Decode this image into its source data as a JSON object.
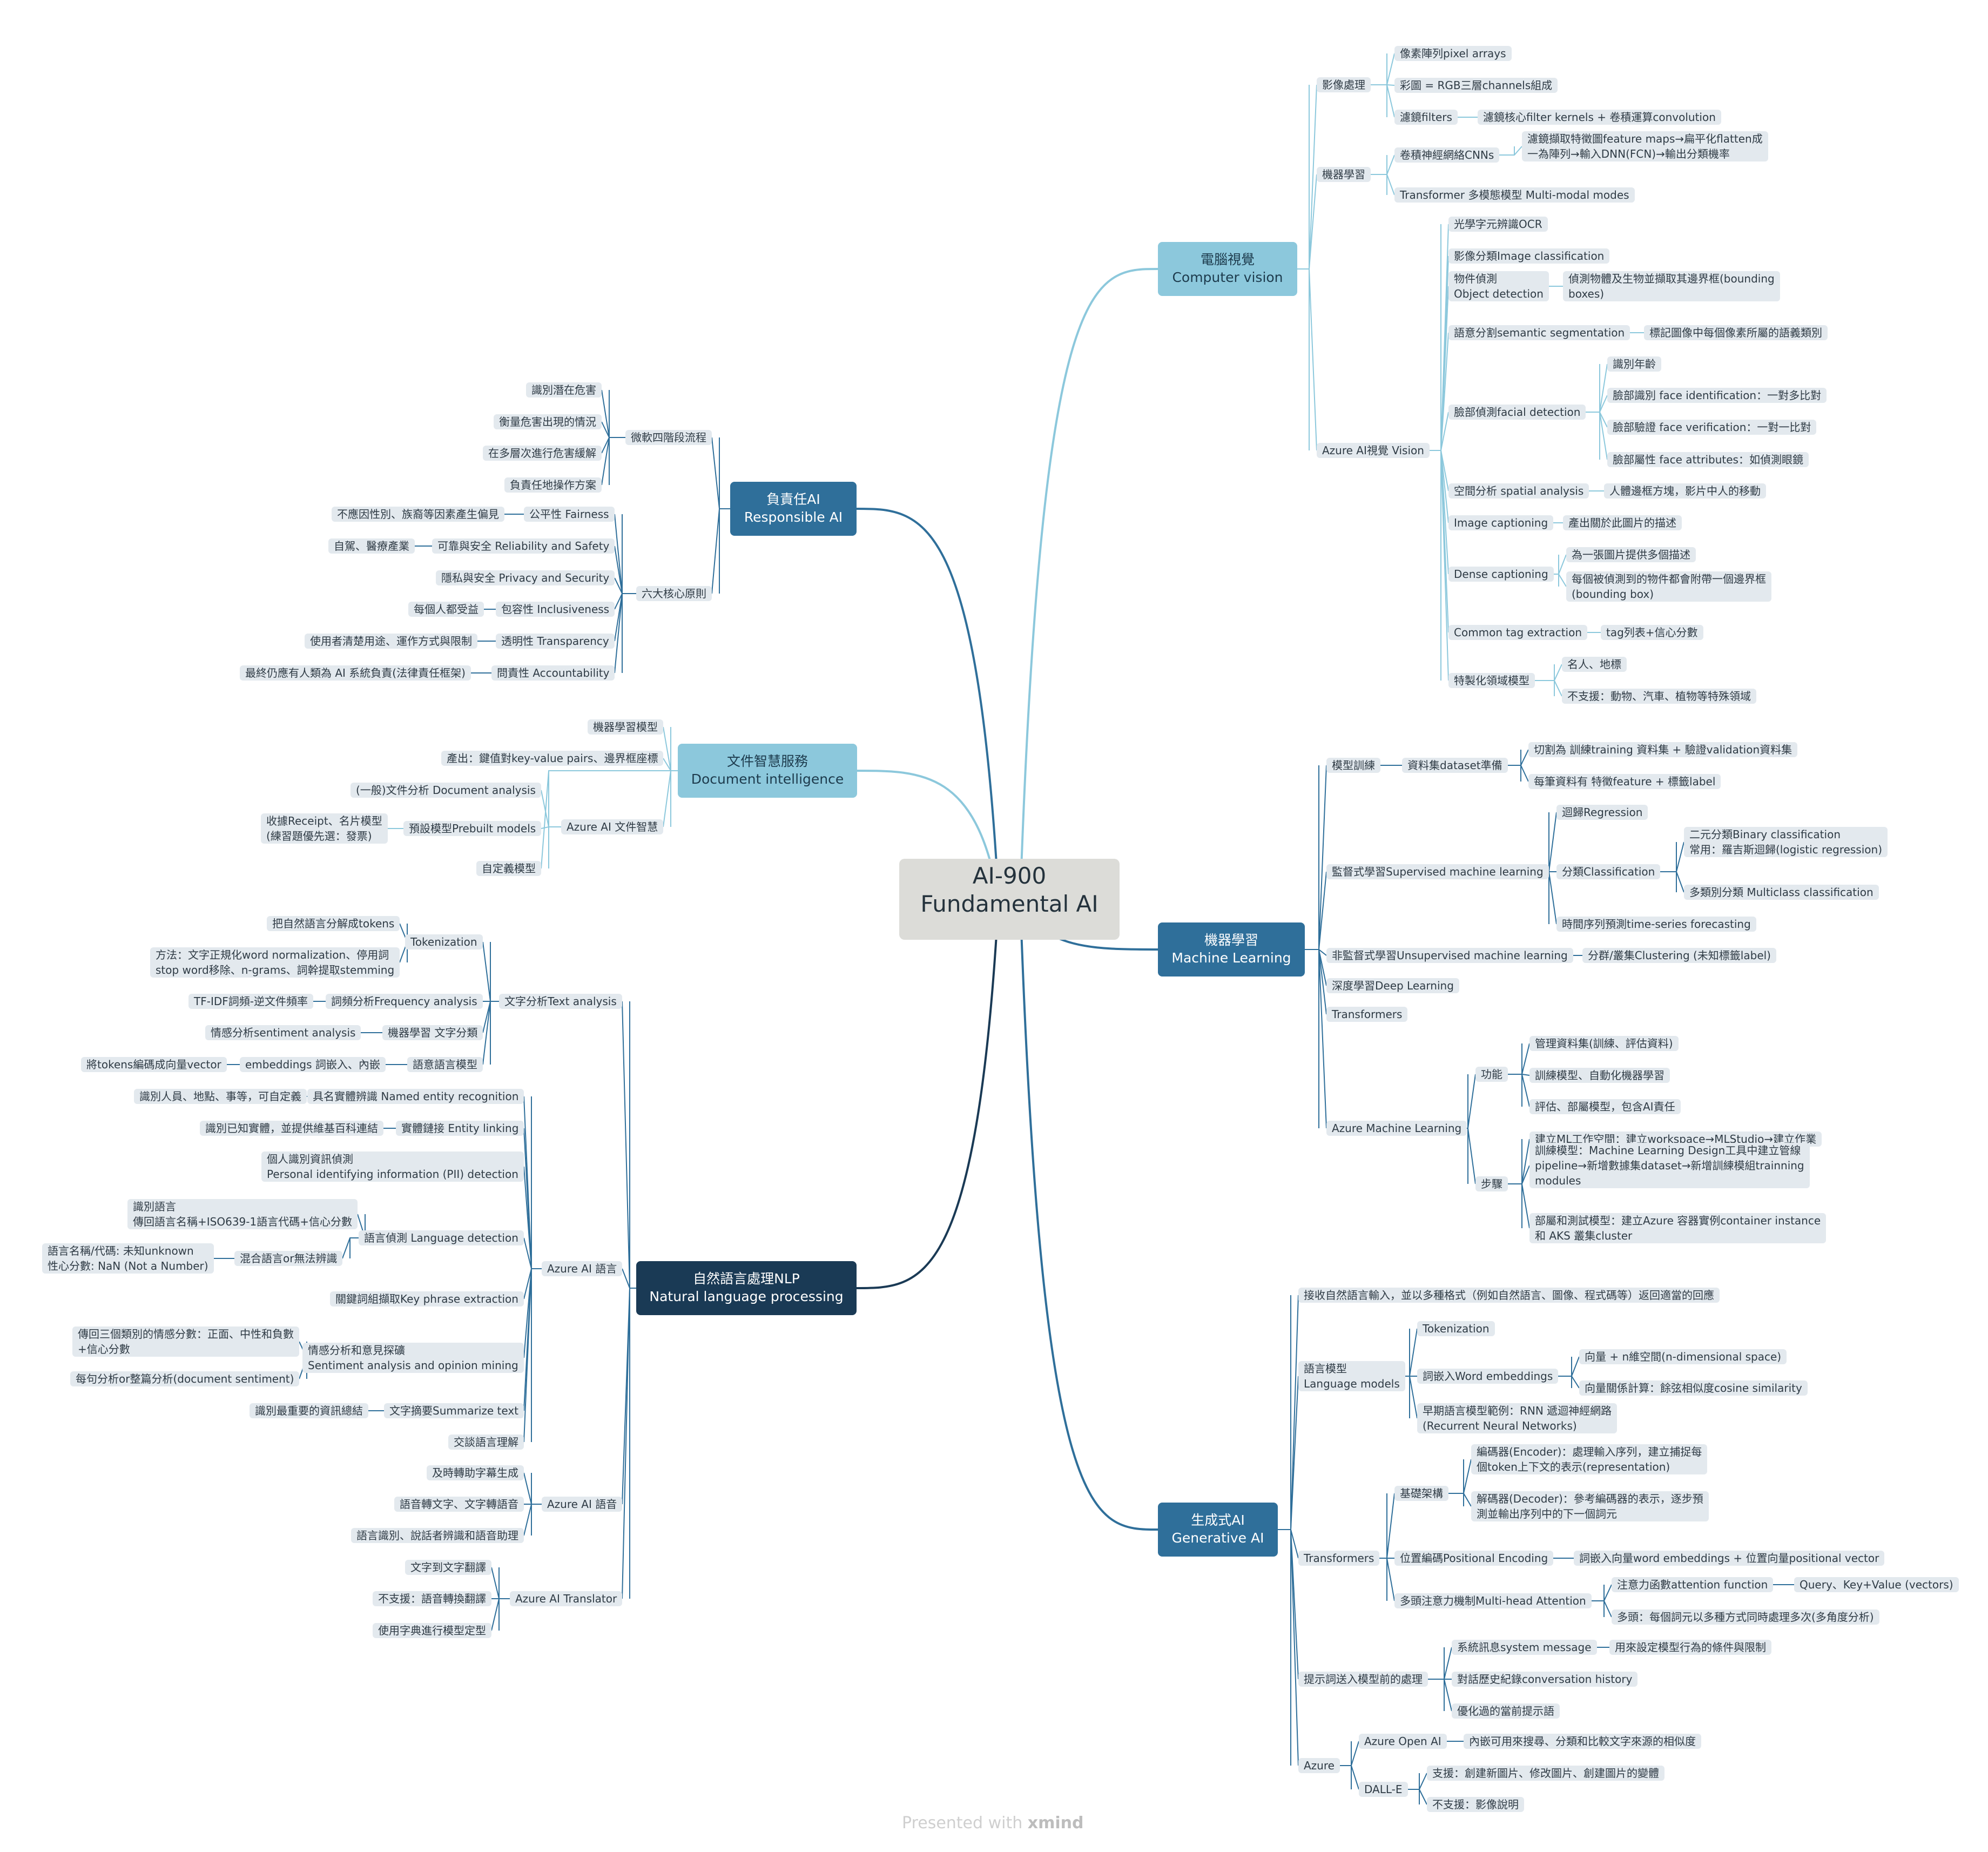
{
  "root": {
    "text": "AI-900\nFundamental AI"
  },
  "watermark": {
    "prefix": "Presented with ",
    "brand": "xmind"
  },
  "branch_colors": {
    "Computer vision": "#8cc8dc",
    "Machine Learning": "#2f6f9a",
    "Generative AI": "#2f6f9a",
    "Responsible AI": "#2f6f9a",
    "Document intelligence": "#8cc8dc",
    "NLP": "#1a3a55"
  },
  "nodes": [
    {
      "id": "cv",
      "text": "電腦視覺\nComputer vision",
      "children": [
        {
          "text": "影像處理",
          "children": [
            {
              "text": "像素陣列pixel arrays"
            },
            {
              "text": "彩圖 = RGB三層channels組成"
            },
            {
              "text": "濾鏡filters",
              "children": [
                {
                  "text": "濾鏡核心filter kernels + 卷積運算convolution"
                }
              ]
            }
          ]
        },
        {
          "text": "機器學習",
          "children": [
            {
              "text": "卷積神經網絡CNNs",
              "children": [
                {
                  "text": "濾鏡擷取特徵圖feature maps→扁平化flatten成\n一為陣列→輸入DNN(FCN)→輸出分類機率"
                }
              ]
            },
            {
              "text": "Transformer 多模態模型 Multi-modal modes"
            }
          ]
        },
        {
          "text": "Azure AI視覺 Vision",
          "children": [
            {
              "text": "光學字元辨識OCR"
            },
            {
              "text": "影像分類Image classification"
            },
            {
              "text": "物件偵測\nObject detection",
              "children": [
                {
                  "text": "偵測物體及生物並擷取其邊界框(bounding\nboxes)"
                }
              ]
            },
            {
              "text": "語意分割semantic segmentation",
              "children": [
                {
                  "text": "標記圖像中每個像素所屬的語義類別"
                }
              ]
            },
            {
              "text": "臉部偵測facial detection",
              "children": [
                {
                  "text": "識別年齡"
                },
                {
                  "text": "臉部識別 face identification：一對多比對"
                },
                {
                  "text": "臉部驗證 face verification：一對一比對"
                },
                {
                  "text": "臉部屬性 face attributes：如偵測眼鏡"
                }
              ]
            },
            {
              "text": "空間分析 spatial analysis",
              "children": [
                {
                  "text": "人體邊框方塊，影片中人的移動"
                }
              ]
            },
            {
              "text": "Image captioning",
              "children": [
                {
                  "text": "產出關於此圖片的描述"
                }
              ]
            },
            {
              "text": "Dense captioning",
              "children": [
                {
                  "text": "為一張圖片提供多個描述"
                },
                {
                  "text": "每個被偵測到的物件都會附帶一個邊界框\n(bounding box)"
                }
              ]
            },
            {
              "text": "Common tag extraction",
              "children": [
                {
                  "text": "tag列表+信心分數"
                }
              ]
            },
            {
              "text": "特製化領域模型",
              "children": [
                {
                  "text": "名人、地標"
                },
                {
                  "text": "不支援：動物、汽車、植物等特殊領域"
                }
              ]
            }
          ]
        }
      ]
    },
    {
      "id": "ml",
      "text": "機器學習\nMachine Learning",
      "children": [
        {
          "text": "模型訓練",
          "children": [
            {
              "text": "資料集dataset準備",
              "children": [
                {
                  "text": "切割為 訓練training 資料集 + 驗證validation資料集"
                },
                {
                  "text": "每筆資料有 特徵feature + 標籤label"
                }
              ]
            }
          ]
        },
        {
          "text": "監督式學習Supervised machine learning",
          "children": [
            {
              "text": "迴歸Regression"
            },
            {
              "text": "分類Classification",
              "children": [
                {
                  "text": "二元分類Binary classification\n常用：羅吉斯迴歸(logistic regression)"
                },
                {
                  "text": "多類別分類 Multiclass classification"
                }
              ]
            },
            {
              "text": "時間序列預測time-series forecasting"
            }
          ]
        },
        {
          "text": "非監督式學習Unsupervised machine learning",
          "children": [
            {
              "text": "分群/叢集Clustering (未知標籤label)"
            }
          ]
        },
        {
          "text": "深度學習Deep Learning"
        },
        {
          "text": "Transformers"
        },
        {
          "text": "Azure Machine Learning",
          "children": [
            {
              "text": "功能",
              "children": [
                {
                  "text": "管理資料集(訓練、評估資料)"
                },
                {
                  "text": "訓練模型、自動化機器學習"
                },
                {
                  "text": "評估、部屬模型，包含AI責任"
                }
              ]
            },
            {
              "text": "步驟",
              "children": [
                {
                  "text": "建立ML工作空間：建立workspace→MLStudio→建立作業"
                },
                {
                  "text": "訓練模型：Machine Learning Design工具中建立管線\npipeline→新增數據集dataset→新增訓練模組trainning\nmodules"
                },
                {
                  "text": "部屬和測試模型：建立Azure 容器實例container instance\n和 AKS 叢集cluster"
                }
              ]
            }
          ]
        }
      ]
    },
    {
      "id": "gen",
      "text": "生成式AI\nGenerative AI",
      "children": [
        {
          "text": "接收自然語言輸入，並以多種格式（例如自然語言、圖像、程式碼等）返回適當的回應"
        },
        {
          "text": "語言模型\nLanguage models",
          "children": [
            {
              "text": "Tokenization"
            },
            {
              "text": "詞嵌入Word embeddings",
              "children": [
                {
                  "text": "向量 + n維空間(n-dimensional space)"
                },
                {
                  "text": "向量關係計算：餘弦相似度cosine similarity"
                }
              ]
            },
            {
              "text": "早期語言模型範例：RNN 遞迴神經網路\n(Recurrent Neural Networks)"
            }
          ]
        },
        {
          "text": "Transformers",
          "children": [
            {
              "text": "基礎架構",
              "children": [
                {
                  "text": "編碼器(Encoder)：處理輸入序列，建立捕捉每\n個token上下文的表示(representation)"
                },
                {
                  "text": "解碼器(Decoder)：參考編碼器的表示，逐步預\n測並輸出序列中的下一個詞元"
                }
              ]
            },
            {
              "text": "位置編碼Positional Encoding",
              "children": [
                {
                  "text": "詞嵌入向量word embeddings + 位置向量positional vector"
                }
              ]
            },
            {
              "text": "多頭注意力機制Multi-head Attention",
              "children": [
                {
                  "text": "注意力函數attention function",
                  "children": [
                    {
                      "text": "Query、Key+Value (vectors)"
                    }
                  ]
                },
                {
                  "text": "多頭：每個詞元以多種方式同時處理多次(多角度分析)"
                }
              ]
            }
          ]
        },
        {
          "text": "提示詞送入模型前的處理",
          "children": [
            {
              "text": "系統訊息system message",
              "children": [
                {
                  "text": "用來設定模型行為的條件與限制"
                }
              ]
            },
            {
              "text": "對話歷史紀錄conversation history"
            },
            {
              "text": "優化過的當前提示語"
            }
          ]
        },
        {
          "text": "Azure",
          "children": [
            {
              "text": "Azure Open AI",
              "children": [
                {
                  "text": "內嵌可用來搜尋、分類和比較文字來源的相似度"
                }
              ]
            },
            {
              "text": "DALL-E",
              "children": [
                {
                  "text": "支援：創建新圖片、修改圖片、創建圖片的變體"
                },
                {
                  "text": "不支援：影像說明"
                }
              ]
            }
          ]
        }
      ]
    },
    {
      "id": "resp",
      "text": "負責任AI\nResponsible AI",
      "children": [
        {
          "text": "微軟四階段流程",
          "children": [
            {
              "text": "識別潛在危害"
            },
            {
              "text": "衡量危害出現的情況"
            },
            {
              "text": "在多層次進行危害緩解"
            },
            {
              "text": "負責任地操作方案"
            }
          ]
        },
        {
          "text": "六大核心原則",
          "children": [
            {
              "text": "公平性 Fairness",
              "children": [
                {
                  "text": "不應因性別、族裔等因素產生偏見"
                }
              ]
            },
            {
              "text": "可靠與安全 Reliability and Safety",
              "children": [
                {
                  "text": "自駕、醫療產業"
                }
              ]
            },
            {
              "text": "隱私與安全 Privacy and Security"
            },
            {
              "text": "包容性 Inclusiveness",
              "children": [
                {
                  "text": "每個人都受益"
                }
              ]
            },
            {
              "text": "透明性 Transparency",
              "children": [
                {
                  "text": "使用者清楚用途、運作方式與限制"
                }
              ]
            },
            {
              "text": "問責性 Accountability",
              "children": [
                {
                  "text": "最終仍應有人類為 AI 系統負責(法律責任框架)"
                }
              ]
            }
          ]
        }
      ]
    },
    {
      "id": "doc",
      "text": "文件智慧服務\nDocument intelligence",
      "children": [
        {
          "text": "機器學習模型"
        },
        {
          "text": "產出：鍵值對key-value pairs、邊界框座標"
        },
        {
          "text": "Azure AI 文件智慧",
          "children": [
            {
              "text": "(一般)文件分析 Document analysis"
            },
            {
              "text": "預設模型Prebuilt models",
              "children": [
                {
                  "text": "收據Receipt、名片模型\n(練習題優先選：發票)"
                }
              ]
            }
          ]
        },
        {
          "text": "自定義模型"
        }
      ]
    },
    {
      "id": "nlp",
      "text": "自然語言處理NLP\nNatural language processing",
      "children": [
        {
          "text": "文字分析Text analysis",
          "children": [
            {
              "text": "Tokenization",
              "children": [
                {
                  "text": "把自然語言分解成tokens"
                },
                {
                  "text": "方法：文字正規化word normalization、停用詞\nstop word移除、n-grams、詞幹提取stemming"
                }
              ]
            },
            {
              "text": "詞頻分析Frequency analysis",
              "children": [
                {
                  "text": "TF-IDF詞頻-逆文件頻率"
                }
              ]
            },
            {
              "text": "機器學習 文字分類",
              "children": [
                {
                  "text": "情感分析sentiment analysis"
                }
              ]
            },
            {
              "text": "語意語言模型",
              "children": [
                {
                  "text": "embeddings 詞嵌入、內嵌",
                  "children": [
                    {
                      "text": "將tokens編碼成向量vector"
                    }
                  ]
                }
              ]
            }
          ]
        },
        {
          "text": "Azure AI 語言",
          "children": [
            {
              "text": "具名實體辨識 Named entity recognition",
              "children": [
                {
                  "text": "識別人員、地點、事等，可自定義"
                }
              ]
            },
            {
              "text": "實體鏈接 Entity linking",
              "children": [
                {
                  "text": "識別已知實體，並提供維基百科連結"
                }
              ]
            },
            {
              "text": "個人識別資訊偵測\nPersonal identifying information (PII) detection"
            },
            {
              "text": "語言偵測 Language detection",
              "children": [
                {
                  "text": "識別語言\n傳回語言名稱+ISO639-1語言代碼+信心分數"
                },
                {
                  "text": "混合語言or無法辨識",
                  "children": [
                    {
                      "text": "語言名稱/代碼: 未知unknown\n性心分數: NaN (Not a Number)"
                    }
                  ]
                }
              ]
            },
            {
              "text": "關鍵詞組擷取Key phrase extraction"
            },
            {
              "text": "情感分析和意見探礦\nSentiment analysis and opinion mining",
              "children": [
                {
                  "text": "傳回三個類別的情感分數：正面、中性和負數\n+信心分數"
                },
                {
                  "text": "每句分析or整篇分析(document sentiment)"
                }
              ]
            },
            {
              "text": "文字摘要Summarize text",
              "children": [
                {
                  "text": "識別最重要的資訊總結"
                }
              ]
            },
            {
              "text": "交談語言理解"
            }
          ]
        },
        {
          "text": "Azure AI 語音",
          "children": [
            {
              "text": "及時轉助字幕生成"
            },
            {
              "text": "語音轉文字、文字轉語音"
            },
            {
              "text": "語言識別、說話者辨識和語音助理"
            }
          ]
        },
        {
          "text": "Azure AI Translator",
          "children": [
            {
              "text": "文字到文字翻譯"
            },
            {
              "text": "不支援：語音轉換翻譯"
            },
            {
              "text": "使用字典進行模型定型"
            }
          ]
        }
      ]
    }
  ]
}
